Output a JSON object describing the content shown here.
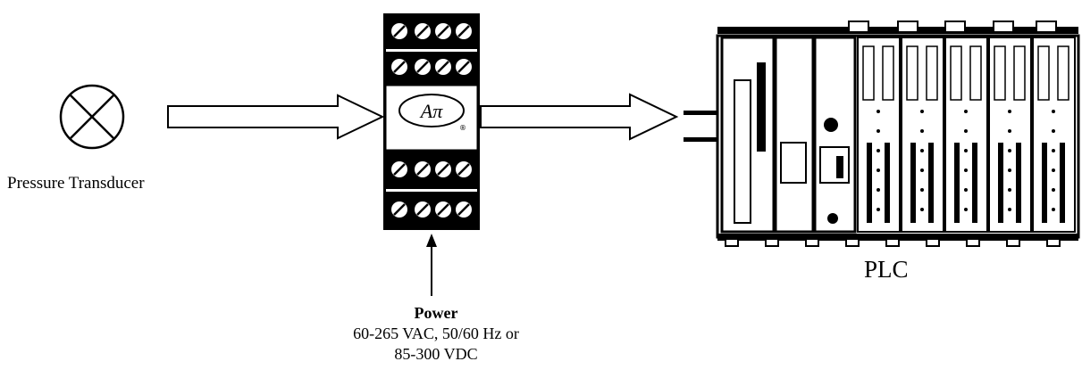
{
  "sensor": {
    "label": "Pressure  Transducer"
  },
  "module": {
    "logo_text": "Aπ",
    "logo_mark": "®"
  },
  "power": {
    "title": "Power",
    "line1": "60-265 VAC, 50/60 Hz or",
    "line2": "85-300 VDC"
  },
  "plc": {
    "label": "PLC"
  },
  "colors": {
    "ink": "#000000",
    "background": "#ffffff"
  }
}
